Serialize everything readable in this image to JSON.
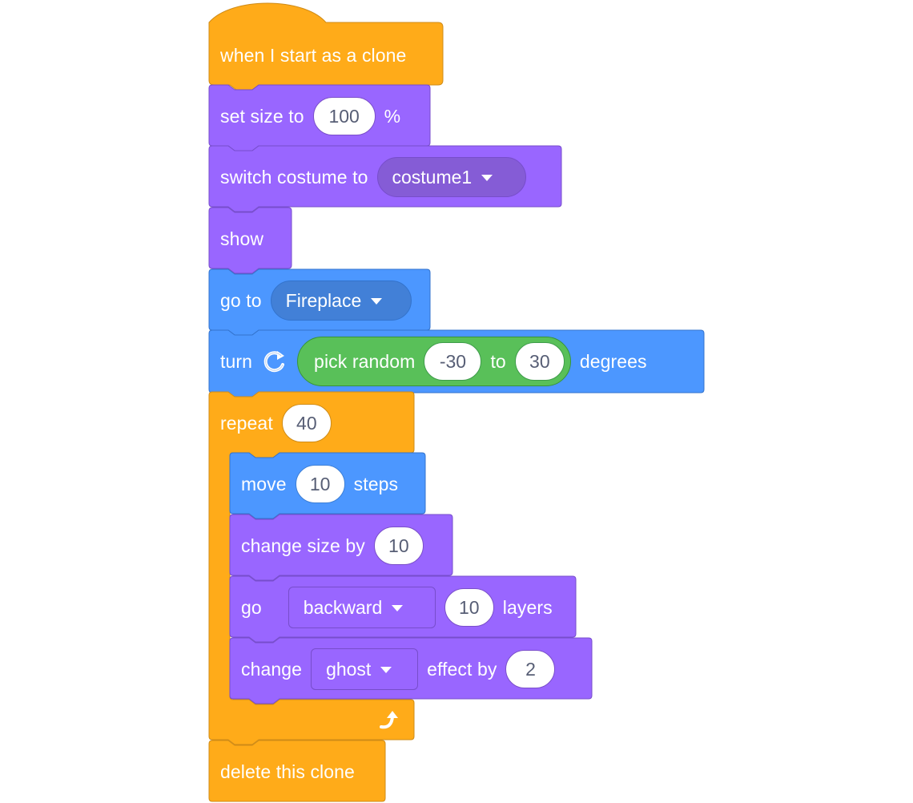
{
  "colors": {
    "events": "#ffab19",
    "events_border": "#cf8b17",
    "looks": "#9966ff",
    "looks_border": "#774dcb",
    "looks_dropdown": "#855cd6",
    "motion": "#4c97ff",
    "motion_border": "#3373cc",
    "motion_dropdown": "#4280d7",
    "operators": "#59c059",
    "control": "#ffab19",
    "control_border": "#cf8b17",
    "text": "#ffffff",
    "input_text": "#575e75"
  },
  "blocks": {
    "hat": {
      "label": "when I start as a clone"
    },
    "set_size": {
      "label": "set size to",
      "value": "100",
      "suffix": "%"
    },
    "switch_costume": {
      "label": "switch costume to",
      "dropdown": "costume1"
    },
    "show": {
      "label": "show"
    },
    "go_to": {
      "label": "go to",
      "dropdown": "Fireplace"
    },
    "turn": {
      "label": "turn",
      "icon": "rotate-clockwise-icon",
      "suffix": "degrees",
      "pick_random": {
        "label": "pick random",
        "from": "-30",
        "to_label": "to",
        "to": "30"
      }
    },
    "repeat": {
      "label": "repeat",
      "value": "40",
      "loop_icon": "loop-arrow-icon",
      "body": {
        "move": {
          "label": "move",
          "value": "10",
          "suffix": "steps"
        },
        "change_size": {
          "label": "change size by",
          "value": "10"
        },
        "go_layers": {
          "label": "go",
          "dropdown": "backward",
          "value": "10",
          "suffix": "layers"
        },
        "change_effect": {
          "label": "change",
          "dropdown": "ghost",
          "mid": "effect by",
          "value": "2"
        }
      }
    },
    "delete_clone": {
      "label": "delete this clone"
    }
  }
}
